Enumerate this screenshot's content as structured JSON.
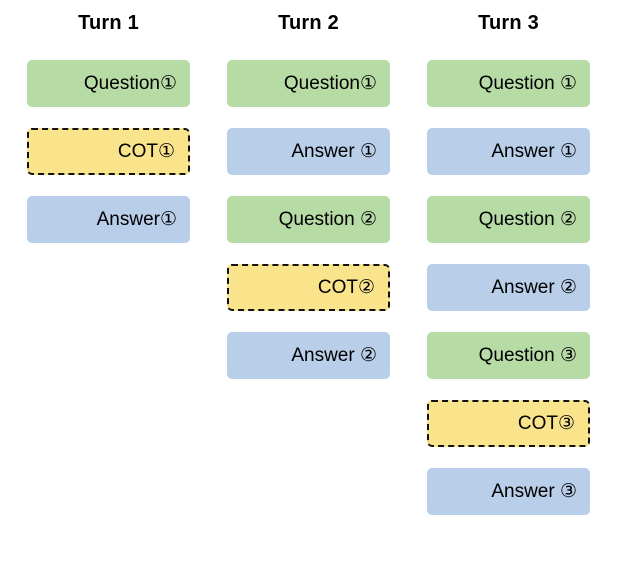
{
  "background": "#ffffff",
  "colors": {
    "background": "#ffffff",
    "question_fill": "#b7dba5",
    "answer_fill": "#b8cee9",
    "cot_fill": "#fae48b",
    "cot_border": "#111111",
    "text": "#000000"
  },
  "columns": [
    {
      "header": "Turn 1",
      "boxes": [
        {
          "type": "question",
          "label": "Question①"
        },
        {
          "type": "cot",
          "label": "COT①"
        },
        {
          "type": "answer",
          "label": "Answer①"
        }
      ]
    },
    {
      "header": "Turn 2",
      "boxes": [
        {
          "type": "question",
          "label": "Question①"
        },
        {
          "type": "answer",
          "label": "Answer ①"
        },
        {
          "type": "question",
          "label": "Question ②"
        },
        {
          "type": "cot",
          "label": "COT②"
        },
        {
          "type": "answer",
          "label": "Answer ②"
        }
      ]
    },
    {
      "header": "Turn 3",
      "boxes": [
        {
          "type": "question",
          "label": "Question ①"
        },
        {
          "type": "answer",
          "label": "Answer ①"
        },
        {
          "type": "question",
          "label": "Question ②"
        },
        {
          "type": "answer",
          "label": "Answer ②"
        },
        {
          "type": "question",
          "label": "Question ③"
        },
        {
          "type": "cot",
          "label": "COT③"
        },
        {
          "type": "answer",
          "label": "Answer ③"
        }
      ]
    }
  ]
}
